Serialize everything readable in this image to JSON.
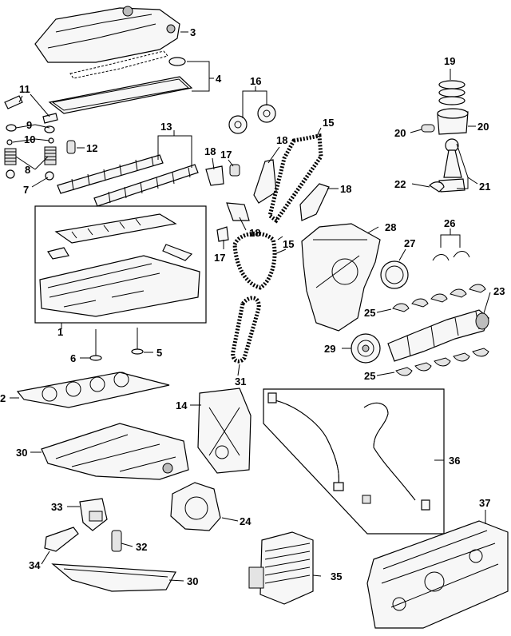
{
  "callouts": {
    "c1": "1",
    "c2": "2",
    "c3": "3",
    "c4": "4",
    "c5": "5",
    "c6": "6",
    "c7": "7",
    "c8": "8",
    "c9": "9",
    "c10": "10",
    "c11": "11",
    "c12": "12",
    "c13": "13",
    "c14": "14",
    "c15a": "15",
    "c15b": "15",
    "c16": "16",
    "c17a": "17",
    "c17b": "17",
    "c18a": "18",
    "c18b": "18",
    "c18c": "18",
    "c18d": "18",
    "c19": "19",
    "c20a": "20",
    "c20b": "20",
    "c21": "21",
    "c22": "22",
    "c23": "23",
    "c24": "24",
    "c25a": "25",
    "c25b": "25",
    "c26": "26",
    "c27": "27",
    "c28": "28",
    "c29": "29",
    "c30a": "30",
    "c30b": "30",
    "c31": "31",
    "c32": "32",
    "c33": "33",
    "c34": "34",
    "c35": "35",
    "c36": "36",
    "c37": "37"
  }
}
